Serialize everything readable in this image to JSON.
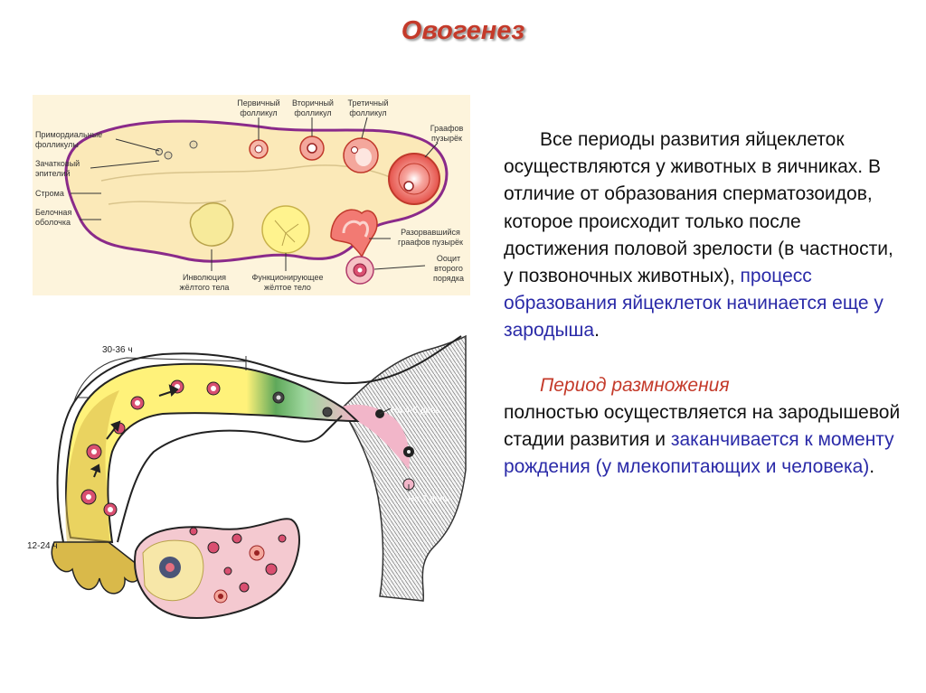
{
  "slide": {
    "title": "Овогенез"
  },
  "ovary_labels": {
    "primary": [
      "Первичный",
      "фолликул"
    ],
    "secondary": [
      "Вторичный",
      "фолликул"
    ],
    "tertiary": [
      "Третичный",
      "фолликул"
    ],
    "graafian": [
      "Граафов",
      "пузырёк"
    ],
    "primordial": [
      "Примордиальные",
      "фолликулы"
    ],
    "germinal": [
      "Зачатковый",
      "эпителий"
    ],
    "stroma": "Строма",
    "albuginea": [
      "Белочная",
      "оболочка"
    ],
    "ruptured": [
      "Разорвавшийся",
      "граафов пузырёк"
    ],
    "oocyte": [
      "Ооцит",
      "второго",
      "порядка"
    ],
    "involution": [
      "Инволюция",
      "жёлтого тела"
    ],
    "functioning": [
      "Функционирующее",
      "жёлтое тело"
    ]
  },
  "tube_labels": {
    "t1": "30-36 ч",
    "t2": "12-24 ч",
    "d1": "На 4-5 день",
    "d2": "На 7 день"
  },
  "body_text": {
    "p1_a": "Все периоды развития яйцеклеток осуществляются у животных в яичниках. В отличие от образования сперматозоидов, которое происходит только после достижения половой зрелости (в частности, у позвоночных животных), ",
    "p1_b": "процесс образования яйцеклеток начинается еще у зародыша",
    "p1_c": ".",
    "p2_a": "Период размножения",
    "p2_b": "полностью осуществляется на зародышевой стадии развития и ",
    "p2_c": "заканчивается к моменту рождения (у млекопитающих и человека)",
    "p2_d": "."
  },
  "colors": {
    "title": "#c43a2a",
    "highlight_blue": "#2a2aa8",
    "ovary_fill": "#fbe9b8",
    "ovary_outline": "#8a2a8a"
  }
}
